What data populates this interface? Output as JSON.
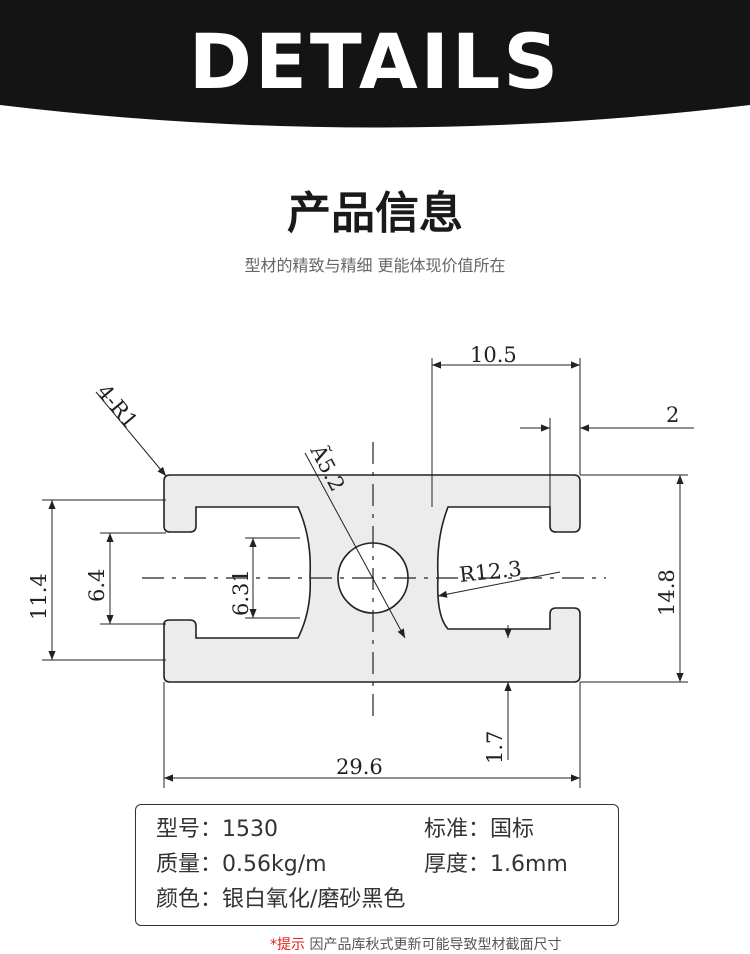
{
  "banner": {
    "title": "DETAILS"
  },
  "section": {
    "title": "产品信息",
    "subtitle": "型材的精致与精细 更能体现价值所在"
  },
  "drawing": {
    "dimensions": {
      "top_slot_width": "10.5",
      "wall": "2",
      "corner_radius": "4-R1",
      "hole_diameter": "Ã5.2",
      "left_height": "11.4",
      "slot_opening": "6.4",
      "inner_gap": "6.31",
      "arc_radius": "R12.3",
      "total_height": "14.8",
      "bottom_wall": "1.7",
      "total_width": "29.6"
    }
  },
  "specs": {
    "model": "型号：1530",
    "standard": "标准：国标",
    "weight": "质量：0.56kg/m",
    "thickness": "厚度：1.6mm",
    "color": "颜色：银白氧化/磨砂黑色"
  },
  "footnote": {
    "prefix": "*提示",
    "text": "因产品库秋式更新可能导致型材截面尺寸"
  }
}
